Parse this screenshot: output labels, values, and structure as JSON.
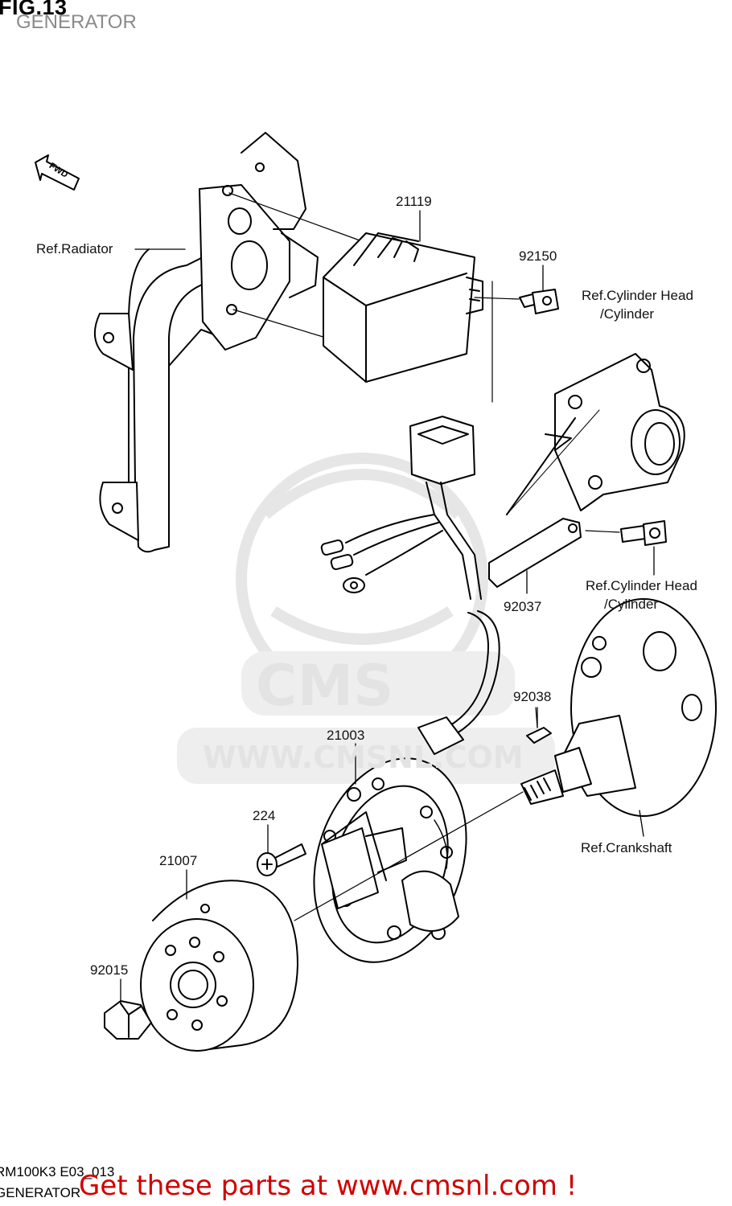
{
  "figure": {
    "number": "FIG.13",
    "subtitle": "GENERATOR"
  },
  "direction_marker": "FWD",
  "labels": {
    "p21119": "21119",
    "p92150": "92150",
    "ref_radiator": "Ref.Radiator",
    "ref_cyl_head_top_1": "Ref.Cylinder Head",
    "ref_cyl_head_top_2": "/Cylinder",
    "p92037": "92037",
    "ref_cyl_head_bot_1": "Ref.Cylinder Head",
    "ref_cyl_head_bot_2": "/Cylinder",
    "p92038": "92038",
    "p21003": "21003",
    "p224": "224",
    "p21007": "21007",
    "ref_crankshaft": "Ref.Crankshaft",
    "p92015": "92015"
  },
  "watermark": {
    "big": "CMS",
    "url": "WWW.CMSNL.COM"
  },
  "footer": {
    "code": "RM100K3 E03_013",
    "name": "GENERATOR",
    "promo": "Get these parts at www.cmsnl.com !",
    "promo_color": "#d10000"
  }
}
